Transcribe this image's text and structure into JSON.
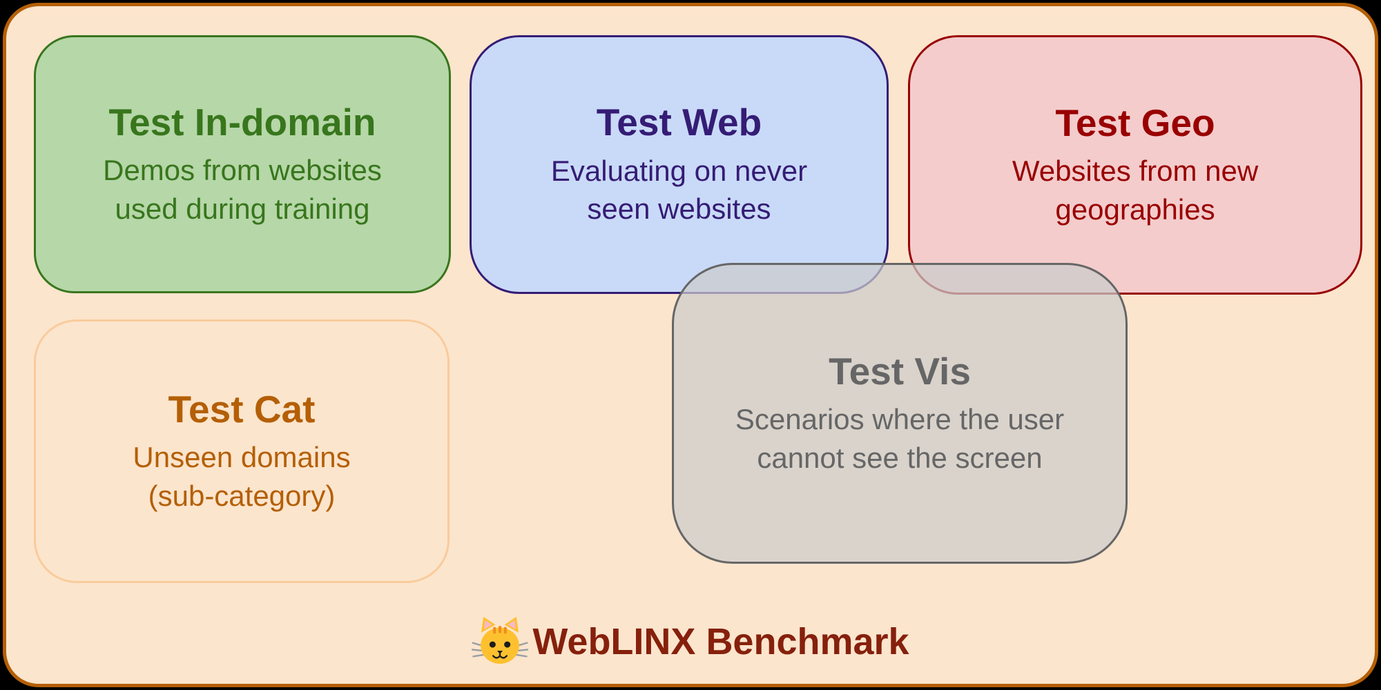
{
  "canvas": {
    "background_color": "#fce5cd",
    "border_color": "#b45f06",
    "outside_color": "#000000"
  },
  "boxes": [
    {
      "id": "test-in-domain",
      "title": "Test In-domain",
      "subtitle": "Demos from websites\nused during training",
      "fill_color": "#b6d7a8",
      "accent_color": "#38761d"
    },
    {
      "id": "test-web",
      "title": "Test Web",
      "subtitle": "Evaluating on never\nseen websites",
      "fill_color": "#c9daf8",
      "accent_color": "#351c75"
    },
    {
      "id": "test-geo",
      "title": "Test Geo",
      "subtitle": "Websites from new\ngeographies",
      "fill_color": "#f4cccc",
      "accent_color": "#990000"
    },
    {
      "id": "test-cat",
      "title": "Test Cat",
      "subtitle": "Unseen domains\n(sub-category)",
      "fill_color": "#fce5cd",
      "border_color": "#f9cb9c",
      "accent_color": "#b45f06"
    },
    {
      "id": "test-vis",
      "title": "Test Vis",
      "subtitle": "Scenarios where the user\ncannot see the screen",
      "fill_color": "rgba(204,204,204,0.72)",
      "accent_color": "#666666",
      "overlaps": [
        "test-web",
        "test-geo"
      ]
    }
  ],
  "footer": {
    "icon": "cat-face-emoji",
    "icon_char": "🐱",
    "label": "WebLINX Benchmark",
    "color": "#85200c"
  }
}
